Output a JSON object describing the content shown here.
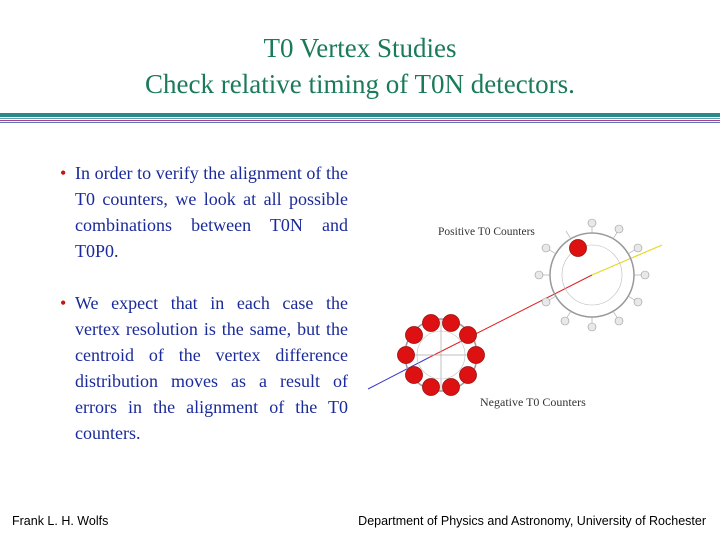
{
  "title": {
    "line1": "T0 Vertex Studies",
    "line2": "Check relative timing of T0N detectors."
  },
  "bullets": [
    "In order to verify the alignment of the T0 counters, we look at all possible combinations between T0N and T0P0.",
    "We expect that in each case the vertex resolution is the same, but the centroid of the vertex difference distribution moves as a result of errors in the alignment of the T0 counters."
  ],
  "figure": {
    "positive_label": "Positive T0 Counters",
    "negative_label": "Negative T0 Counters"
  },
  "footer": {
    "left": "Frank L. H. Wolfs",
    "right": "Department of Physics and Astronomy, University of Rochester"
  },
  "colors": {
    "title": "#1a7a5a",
    "text": "#1a2a9a",
    "bullet": "#cc1111",
    "counter_fill": "#dd1111",
    "rule_teal": "#2a8a8a",
    "rule_magenta": "#b03a9a"
  }
}
